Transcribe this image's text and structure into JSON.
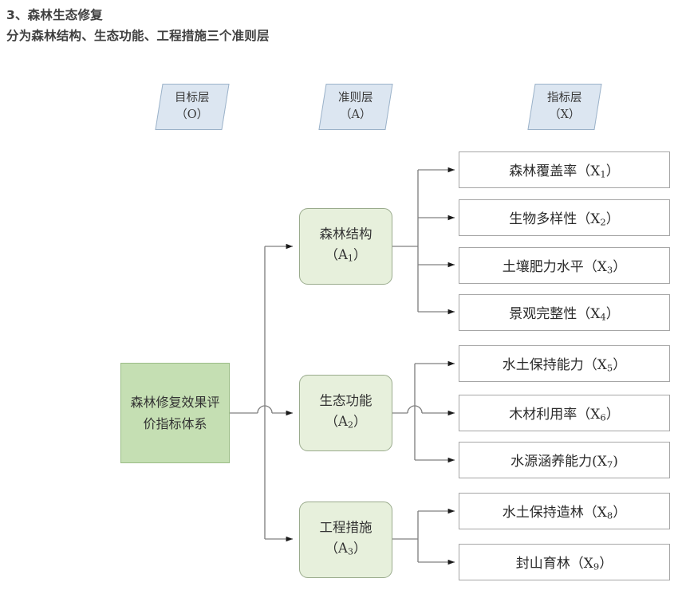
{
  "heading": {
    "line1": "3、森林生态修复",
    "line2": "分为森林结构、生态功能、工程措施三个准则层"
  },
  "colors": {
    "banner_fill": "#dce6f1",
    "banner_stroke": "#9bb2c9",
    "goal_fill": "#c5dfb3",
    "goal_stroke": "#9bbd86",
    "criterion_fill": "#e7f0dc",
    "criterion_stroke": "#9aab8d",
    "indicator_fill": "#ffffff",
    "indicator_stroke": "#a6a6a6",
    "connector": "#808080",
    "text": "#333333"
  },
  "layer_banners": [
    {
      "title": "目标层",
      "code": "（O）"
    },
    {
      "title": "准则层",
      "code": "（A）"
    },
    {
      "title": "指标层",
      "code": "（X）"
    }
  ],
  "goal_node": {
    "label": "森林修复效果评价指标体系"
  },
  "criteria": [
    {
      "title": "森林结构",
      "code": "A",
      "index": "1"
    },
    {
      "title": "生态功能",
      "code": "A",
      "index": "2"
    },
    {
      "title": "工程措施",
      "code": "A",
      "index": "3"
    }
  ],
  "indicators": [
    {
      "label": "森林覆盖率（X",
      "index": "1",
      "tail": "）"
    },
    {
      "label": "生物多样性（X",
      "index": "2",
      "tail": "）"
    },
    {
      "label": "土壤肥力水平（X",
      "index": "3",
      "tail": "）"
    },
    {
      "label": "景观完整性（X",
      "index": "4",
      "tail": "）"
    },
    {
      "label": "水土保持能力（X",
      "index": "5",
      "tail": "）"
    },
    {
      "label": "木材利用率（X",
      "index": "6",
      "tail": "）"
    },
    {
      "label": "水源涵养能力(X",
      "index": "7",
      "tail": ")"
    },
    {
      "label": "水土保持造林（X",
      "index": "8",
      "tail": "）"
    },
    {
      "label": "封山育林（X",
      "index": "9",
      "tail": "）"
    }
  ]
}
